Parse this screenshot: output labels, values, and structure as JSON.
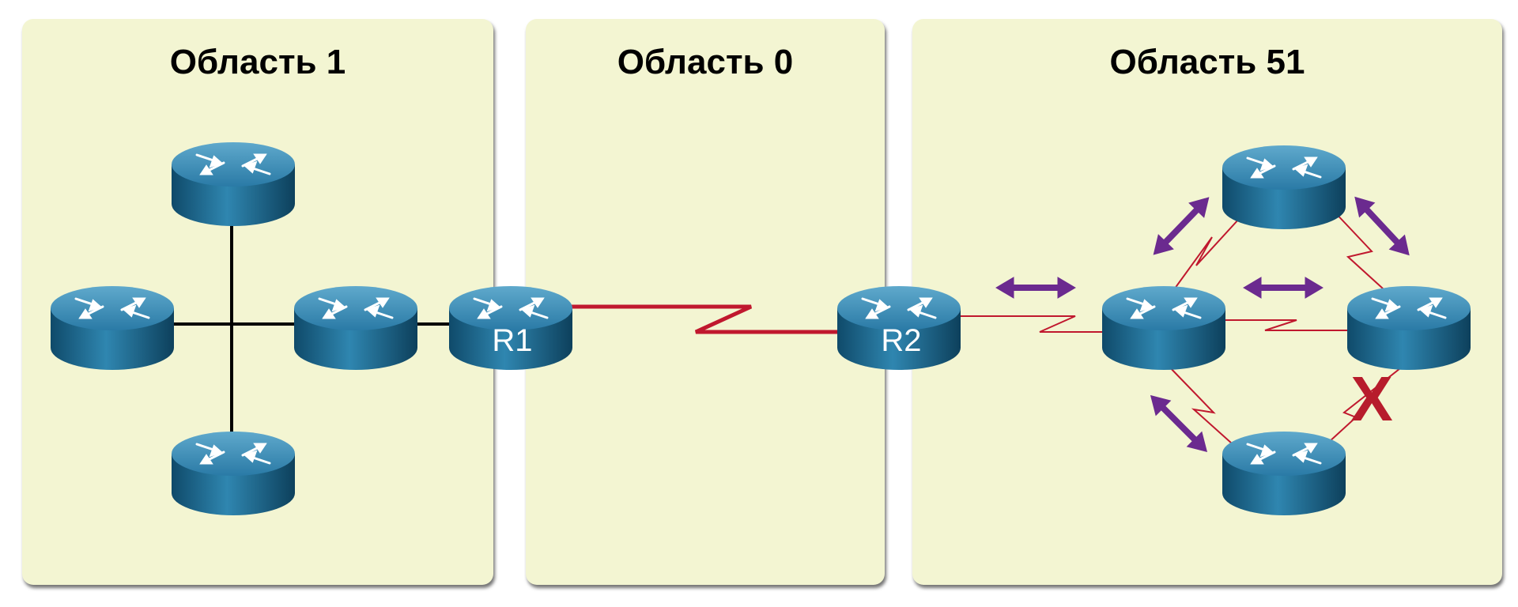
{
  "areas": [
    {
      "title": "Область 1"
    },
    {
      "title": "Область 0"
    },
    {
      "title": "Область 51"
    }
  ],
  "routers": {
    "r1": {
      "label": "R1"
    },
    "r2": {
      "label": "R2"
    }
  },
  "failed_link_marker": "X",
  "colors": {
    "area_bg": "#f3f5d2",
    "router_body": "#1e6e96",
    "serial_link": "#c0182e",
    "ethernet_link": "#000000",
    "flood_arrow": "#6b2a8f"
  },
  "icons": {
    "router": "router-icon",
    "flood": "double-arrow-icon"
  }
}
